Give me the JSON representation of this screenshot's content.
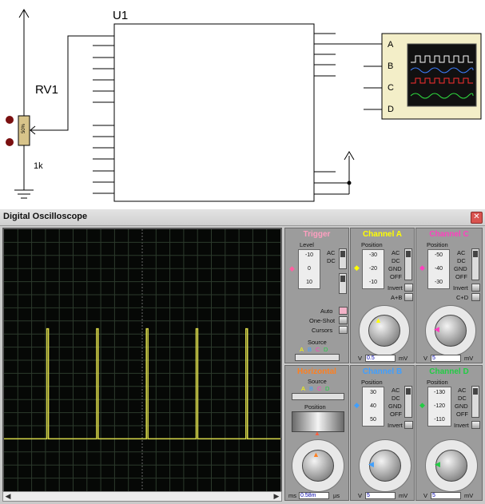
{
  "schematic": {
    "u1_label": "U1",
    "rv1_label": "RV1",
    "rv1_value": "1k",
    "pot_percent": "50%",
    "scope_channels": [
      "A",
      "B",
      "C",
      "D"
    ]
  },
  "oscilloscope": {
    "title": "Digital Oscilloscope",
    "trigger": {
      "title": "Trigger",
      "level_label": "Level",
      "level_ticks": [
        "-10",
        "0",
        "10"
      ],
      "coupling": [
        "AC",
        "DC"
      ],
      "auto_label": "Auto",
      "oneshot_label": "One-Shot",
      "cursors_label": "Cursors",
      "source_label": "Source",
      "source_options": [
        "A",
        "B",
        "C",
        "D"
      ]
    },
    "channel_a": {
      "title": "Channel A",
      "position_label": "Position",
      "position_ticks": [
        "-30",
        "-20",
        "-10"
      ],
      "coupling": [
        "AC",
        "DC",
        "GND",
        "OFF"
      ],
      "invert_label": "Invert",
      "combine_label": "A+B",
      "volts_value": "0.5",
      "unit_left": "V",
      "unit_right": "mV"
    },
    "channel_c": {
      "title": "Channel C",
      "position_label": "Position",
      "position_ticks": [
        "-50",
        "-40",
        "-30"
      ],
      "coupling": [
        "AC",
        "DC",
        "GND",
        "OFF"
      ],
      "invert_label": "Invert",
      "combine_label": "C+D",
      "volts_value": "5",
      "unit_left": "V",
      "unit_right": "mV"
    },
    "horizontal": {
      "title": "Horizontal",
      "source_label": "Source",
      "source_options": [
        "A",
        "B",
        "C",
        "D"
      ],
      "position_label": "Position",
      "time_value": "0.58m",
      "unit_left": "ms",
      "unit_right": "µs"
    },
    "channel_b": {
      "title": "Channel B",
      "position_label": "Position",
      "position_ticks": [
        "30",
        "40",
        "50"
      ],
      "coupling": [
        "AC",
        "DC",
        "GND",
        "OFF"
      ],
      "invert_label": "Invert",
      "volts_value": "5",
      "unit_left": "V",
      "unit_right": "mV"
    },
    "channel_d": {
      "title": "Channel D",
      "position_label": "Position",
      "position_ticks": [
        "-130",
        "-120",
        "-110"
      ],
      "coupling": [
        "AC",
        "DC",
        "GND",
        "OFF"
      ],
      "invert_label": "Invert",
      "volts_value": "5",
      "unit_left": "V",
      "unit_right": "mV"
    },
    "trace": {
      "color": "#d8d84a",
      "pulse_count": 5
    },
    "colors": {
      "trigger": "#ff9fc0",
      "channel_a": "#ffff00",
      "channel_b": "#3f9fff",
      "channel_c": "#ff3fbf",
      "channel_d": "#22cc44",
      "horizontal": "#ff7f1f"
    }
  }
}
